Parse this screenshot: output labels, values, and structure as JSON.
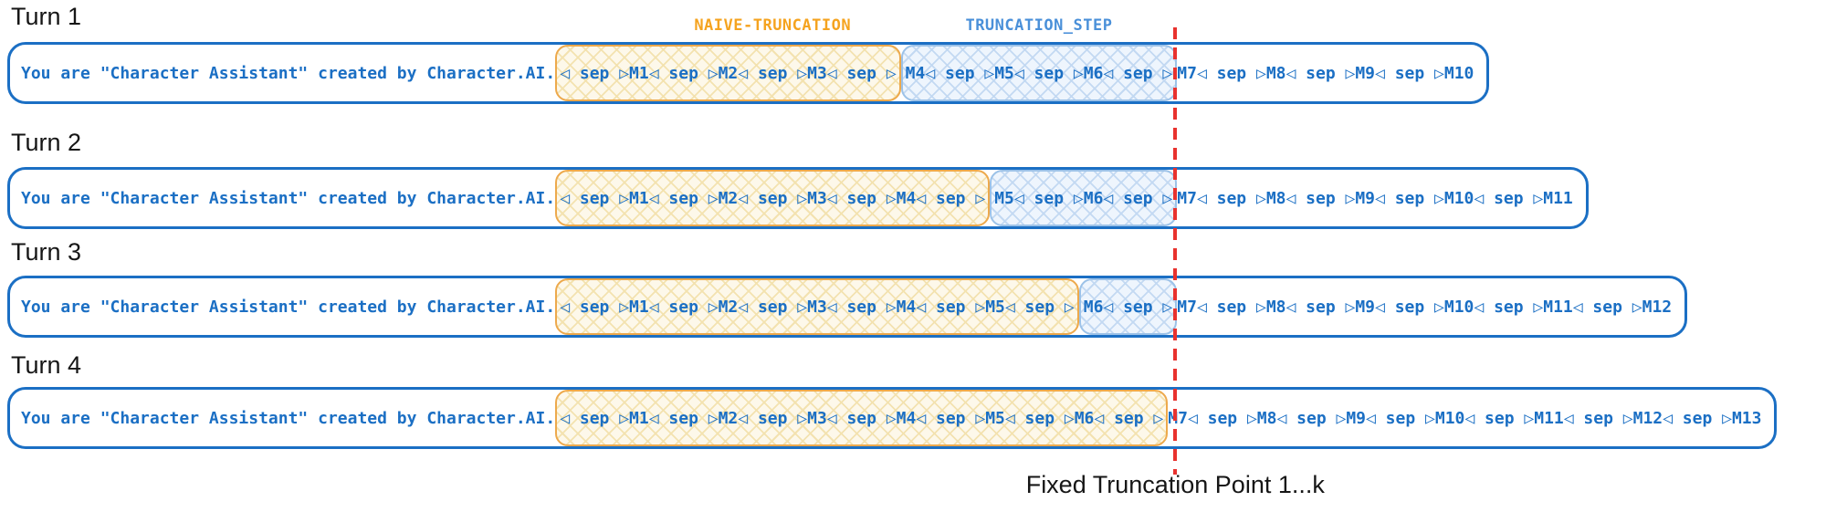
{
  "colors": {
    "primary_blue": "#1b6fc4",
    "light_blue_border": "#9cc2e8",
    "light_blue_fill": "#eef5fd",
    "light_blue_hatch": "#c3d9f2",
    "step_label_blue": "#4a90d9",
    "orange_border": "#eda94c",
    "orange_fill": "#fdf8ea",
    "orange_hatch": "#f3e2b0",
    "naive_label_orange": "#f5a31f",
    "red_line": "#e8322e",
    "text_black": "#161616"
  },
  "annotations": {
    "naive_label": "NAIVE-TRUNCATION",
    "step_label": "TRUNCATION_STEP",
    "truncation_point_label": "Fixed Truncation Point 1...k"
  },
  "rows": [
    {
      "turn": "Turn 1",
      "prefix": "You are \"Character Assistant\" created by Character.AI.",
      "naive": "◁ sep ▷M1◁ sep ▷M2◁ sep ▷M3◁ sep ▷",
      "step": "M4◁ sep ▷M5◁ sep ▷M6◁ sep ▷",
      "tail": "M7◁ sep ▷M8◁ sep ▷M9◁ sep ▷M10"
    },
    {
      "turn": "Turn 2",
      "prefix": "You are \"Character Assistant\" created by Character.AI.",
      "naive": "◁ sep ▷M1◁ sep ▷M2◁ sep ▷M3◁ sep ▷M4◁ sep ▷",
      "step": "M5◁ sep ▷M6◁ sep ▷",
      "tail": "M7◁ sep ▷M8◁ sep ▷M9◁ sep ▷M10◁ sep ▷M11"
    },
    {
      "turn": "Turn 3",
      "prefix": "You are \"Character Assistant\" created by Character.AI.",
      "naive": "◁ sep ▷M1◁ sep ▷M2◁ sep ▷M3◁ sep ▷M4◁ sep ▷M5◁ sep ▷",
      "step": "M6◁ sep ▷",
      "tail": "M7◁ sep ▷M8◁ sep ▷M9◁ sep ▷M10◁ sep ▷M11◁ sep ▷M12"
    },
    {
      "turn": "Turn 4",
      "prefix": "You are \"Character Assistant\" created by Character.AI.",
      "naive": "◁ sep ▷M1◁ sep ▷M2◁ sep ▷M3◁ sep ▷M4◁ sep ▷M5◁ sep ▷M6◁ sep ▷",
      "step": "",
      "tail": "M7◁ sep ▷M8◁ sep ▷M9◁ sep ▷M10◁ sep ▷M11◁ sep ▷M12◁ sep ▷M13"
    }
  ]
}
